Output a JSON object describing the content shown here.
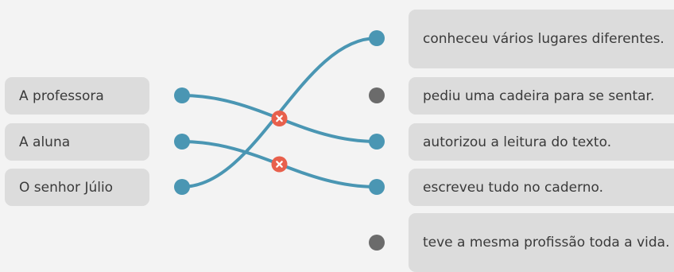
{
  "left_items": [
    {
      "label": "A professora"
    },
    {
      "label": "A aluna"
    },
    {
      "label": "O senhor Júlio"
    }
  ],
  "right_items": [
    {
      "label": "conheceu vários lugares diferentes."
    },
    {
      "label": "pediu uma cadeira para se sentar."
    },
    {
      "label": "autorizou a leitura do texto."
    },
    {
      "label": "escreveu tudo no caderno."
    },
    {
      "label": "teve a mesma profissão toda a vida."
    }
  ],
  "connections": [
    {
      "from": 0,
      "to": 2,
      "status": "incorrect"
    },
    {
      "from": 1,
      "to": 3,
      "status": "incorrect"
    },
    {
      "from": 2,
      "to": 0,
      "status": "connected"
    }
  ],
  "colors": {
    "line": "#4a96b3",
    "connected_dot": "#4a96b3",
    "unconnected_dot": "#6b6b6b",
    "error_badge": "#e8604c",
    "item_bg": "#dcdcdc",
    "background": "#f3f3f3"
  },
  "icons": {
    "error_badge": "close-icon"
  }
}
